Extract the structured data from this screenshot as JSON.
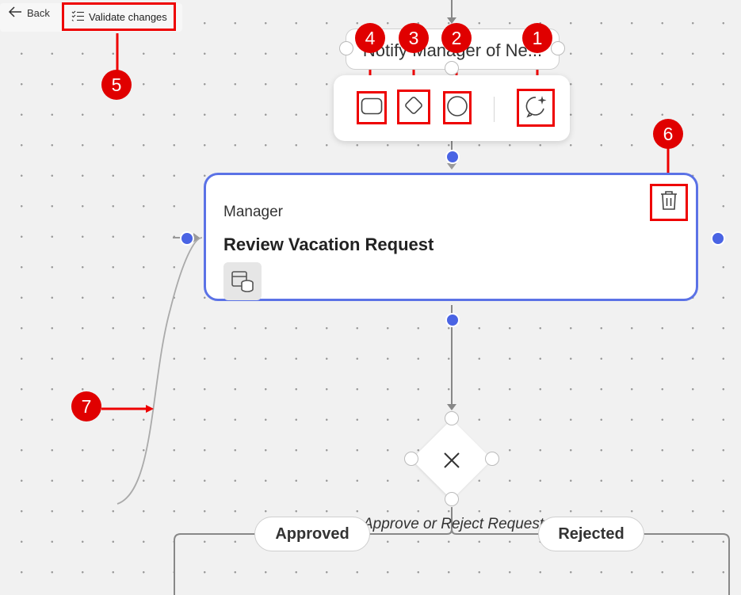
{
  "toolbar": {
    "back_label": "Back",
    "validate_label": "Validate changes"
  },
  "notify_node": {
    "title": "Notify Manager of Ne..."
  },
  "shape_popup": {
    "tools": [
      {
        "name": "rectangle-shape",
        "callout": "4"
      },
      {
        "name": "diamond-shape",
        "callout": "3"
      },
      {
        "name": "circle-shape",
        "callout": "2"
      },
      {
        "name": "ai-copilot",
        "callout": "1"
      }
    ]
  },
  "main_node": {
    "role": "Manager",
    "title": "Review Vacation Request",
    "icon": "data-table-icon"
  },
  "gateway": {
    "icon": "close-x-icon",
    "label": "Approve or Reject Request"
  },
  "branches": {
    "approved_label": "Approved",
    "rejected_label": "Rejected"
  },
  "callouts": {
    "c1": "1",
    "c2": "2",
    "c3": "3",
    "c4": "4",
    "c5": "5",
    "c6": "6",
    "c7": "7"
  },
  "colors": {
    "accent": "#5b72e6",
    "handle": "#4a64e4",
    "callout": "#e00000"
  }
}
